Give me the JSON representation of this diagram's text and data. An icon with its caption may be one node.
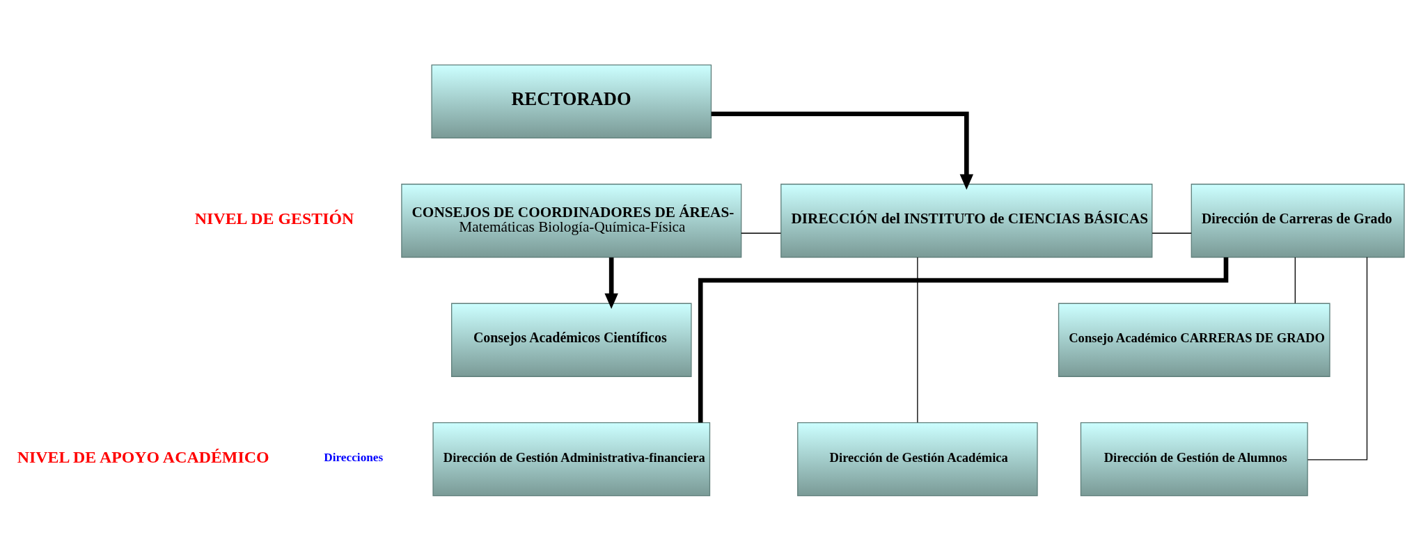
{
  "diagram": {
    "nodes": [
      {
        "text": [
          "RECTORADO"
        ]
      },
      {
        "text": [
          "CONSEJOS DE COORDINADORES DE ÁREAS-",
          "Matemáticas Biología-Química-Física"
        ]
      },
      {
        "text": [
          "DIRECCIÓN del INSTITUTO de CIENCIAS BÁSICAS"
        ]
      },
      {
        "text": [
          "Dirección de Carreras de Grado"
        ]
      },
      {
        "text": [
          "Consejos Académicos Científicos"
        ]
      },
      {
        "text": [
          "Consejo Académico CARRERAS DE GRADO"
        ]
      },
      {
        "text": [
          "Dirección de Gestión Administrativa-financiera"
        ]
      },
      {
        "text": [
          "Dirección de Gestión Académica"
        ]
      },
      {
        "text": [
          "Dirección de Gestión de Alumnos"
        ]
      }
    ],
    "edges": [
      {
        "from": 0,
        "to": 2,
        "arrow": "to",
        "style": "thick"
      },
      {
        "from": 1,
        "to": 4,
        "arrow": "to",
        "style": "thick"
      },
      {
        "from": 1,
        "to": 2,
        "arrow": "none"
      },
      {
        "from": 2,
        "to": 3,
        "arrow": "none"
      },
      {
        "from": 3,
        "to": 5,
        "arrow": "none"
      },
      {
        "from": 2,
        "to": 7,
        "arrow": "none"
      },
      {
        "from": 3,
        "to": 6,
        "arrow": "none",
        "style": "thick"
      },
      {
        "from": 3,
        "to": 8,
        "arrow": "none"
      }
    ],
    "labels": [
      "NIVEL DE GESTIÓN",
      "NIVEL DE APOYO ACADÉMICO",
      "Direcciones"
    ]
  }
}
